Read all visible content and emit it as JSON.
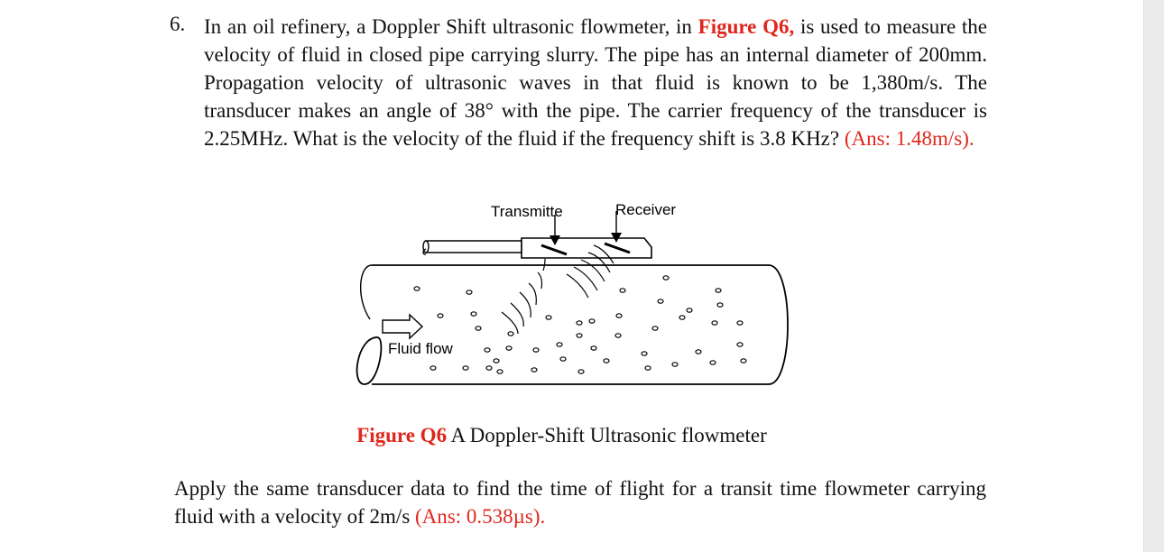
{
  "question": {
    "number": "6.",
    "text_1": "In an oil refinery, a Doppler Shift ultrasonic flowmeter, in ",
    "figure_ref": "Figure Q6,",
    "text_2": " is used to measure the velocity of fluid in closed pipe carrying slurry. The pipe has an internal diameter of 200mm. Propagation velocity of ultrasonic waves in that fluid is known to be 1,380m/s. The transducer makes an angle of 38° with the pipe. The carrier frequency of the transducer is 2.25MHz. What is the velocity of the fluid if the frequency shift is 3.8 KHz? ",
    "answer": "(Ans: 1.48m/s)."
  },
  "figure": {
    "transmitter_label": "Transmitte",
    "receiver_label": "Receiver",
    "fluid_flow_label": "Fluid flow"
  },
  "caption": {
    "label": "Figure Q6",
    "text": " A Doppler-Shift Ultrasonic flowmeter"
  },
  "followup": {
    "text": "Apply the same transducer data to find the time of flight for a transit time flowmeter carrying fluid with a velocity of 2m/s ",
    "answer": "(Ans: 0.538µs)."
  }
}
